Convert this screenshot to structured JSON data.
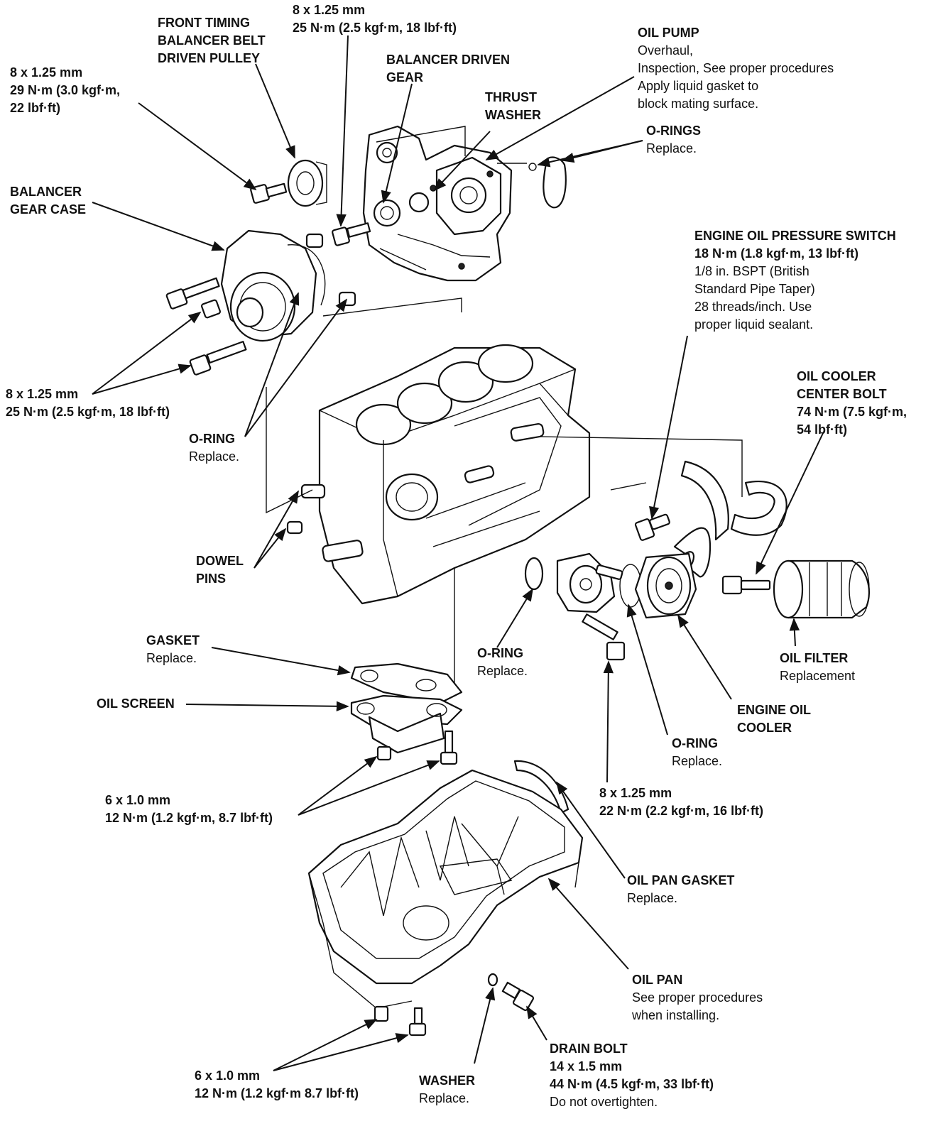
{
  "labels": {
    "front_timing_pulley": {
      "title": [
        "FRONT TIMING",
        "BALANCER BELT",
        "DRIVEN PULLEY"
      ],
      "notes": []
    },
    "bolt_top": {
      "title": [
        "8 x 1.25 mm",
        "25 N·m (2.5 kgf·m, 18 lbf·ft)"
      ],
      "notes": []
    },
    "balancer_driven_gear": {
      "title": [
        "BALANCER DRIVEN",
        "GEAR"
      ],
      "notes": []
    },
    "thrust_washer": {
      "title": [
        "THRUST",
        "WASHER"
      ],
      "notes": []
    },
    "oil_pump": {
      "title": [
        "OIL PUMP"
      ],
      "notes": [
        "Overhaul,",
        "Inspection, See proper procedures",
        "Apply liquid gasket to",
        "block mating surface."
      ]
    },
    "o_rings_top": {
      "title": [
        "O-RINGS"
      ],
      "notes": [
        "Replace."
      ]
    },
    "bolt_left_top": {
      "title": [
        "8 x 1.25 mm",
        "29 N·m (3.0 kgf·m,",
        "22 lbf·ft)"
      ],
      "notes": []
    },
    "balancer_gear_case": {
      "title": [
        "BALANCER",
        "GEAR CASE"
      ],
      "notes": []
    },
    "oil_pressure_switch": {
      "title": [
        "ENGINE OIL PRESSURE SWITCH",
        "18 N·m (1.8 kgf·m, 13 lbf·ft)"
      ],
      "notes": [
        "1/8 in. BSPT (British",
        "Standard Pipe Taper)",
        "28 threads/inch. Use",
        "proper liquid sealant."
      ]
    },
    "bolt_left_mid": {
      "title": [
        "8 x 1.25 mm",
        "25 N·m (2.5 kgf·m, 18 lbf·ft)"
      ],
      "notes": []
    },
    "oil_cooler_bolt": {
      "title": [
        "OIL COOLER",
        "CENTER BOLT",
        "74 N·m (7.5 kgf·m,",
        "54 lbf·ft)"
      ],
      "notes": []
    },
    "o_ring_left": {
      "title": [
        "O-RING"
      ],
      "notes": [
        "Replace."
      ]
    },
    "dowel_pins": {
      "title": [
        "DOWEL",
        "PINS"
      ],
      "notes": []
    },
    "gasket": {
      "title": [
        "GASKET"
      ],
      "notes": [
        "Replace."
      ]
    },
    "oil_screen": {
      "title": [
        "OIL SCREEN"
      ],
      "notes": []
    },
    "o_ring_mid": {
      "title": [
        "O-RING"
      ],
      "notes": [
        "Replace."
      ]
    },
    "oil_filter": {
      "title": [
        "OIL FILTER"
      ],
      "notes": [
        "Replacement"
      ]
    },
    "engine_oil_cooler": {
      "title": [
        "ENGINE OIL",
        "COOLER"
      ],
      "notes": []
    },
    "o_ring_right": {
      "title": [
        "O-RING"
      ],
      "notes": [
        "Replace."
      ]
    },
    "bolt_screen": {
      "title": [
        "6 x 1.0 mm",
        "12 N·m (1.2 kgf·m, 8.7 lbf·ft)"
      ],
      "notes": []
    },
    "bolt_cooler": {
      "title": [
        "8 x 1.25 mm",
        "22 N·m (2.2 kgf·m, 16 lbf·ft)"
      ],
      "notes": []
    },
    "oil_pan_gasket": {
      "title": [
        "OIL PAN GASKET"
      ],
      "notes": [
        "Replace."
      ]
    },
    "oil_pan": {
      "title": [
        "OIL PAN"
      ],
      "notes": [
        "See proper procedures",
        "when installing."
      ]
    },
    "drain_bolt": {
      "title": [
        "DRAIN BOLT",
        "14 x 1.5 mm",
        "44 N·m (4.5 kgf·m, 33 lbf·ft)"
      ],
      "notes": [
        "Do not overtighten."
      ]
    },
    "bolt_pan": {
      "title": [
        "6 x 1.0 mm",
        "12 N·m (1.2 kgf·m 8.7 lbf·ft)"
      ],
      "notes": []
    },
    "washer": {
      "title": [
        "WASHER"
      ],
      "notes": [
        "Replace."
      ]
    }
  }
}
